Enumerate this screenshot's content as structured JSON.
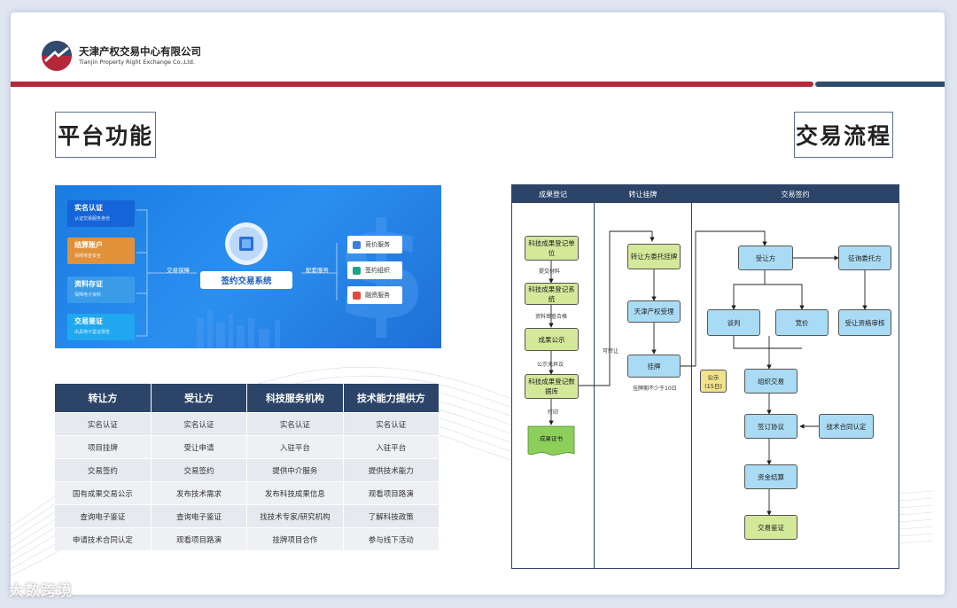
{
  "company": {
    "name_cn": "天津产权交易中心有限公司",
    "name_en": "Tianjin Property Right Exchange Co.,Ltd."
  },
  "sections": {
    "left_title": "平台功能",
    "right_title": "交易流程"
  },
  "banner": {
    "tags": [
      {
        "title": "实名认证",
        "sub": "认证交易服务身份",
        "color": "#1565d8"
      },
      {
        "title": "结算账户",
        "sub": "保障资金安全",
        "color": "#e0913a"
      },
      {
        "title": "资料存证",
        "sub": "保障电子资料",
        "color": "#3a9be8"
      },
      {
        "title": "交易鉴证",
        "sub": "出具电子鉴证报告",
        "color": "#1fa8f0"
      }
    ],
    "left_link": "交易保障",
    "center_title": "签约交易系统",
    "right_link": "配套服务",
    "services": [
      "竞价服务",
      "签约组织",
      "融资服务"
    ]
  },
  "roles_table": {
    "headers": [
      "转让方",
      "受让方",
      "科技服务机构",
      "技术能力提供方"
    ],
    "rows": [
      [
        "实名认证",
        "实名认证",
        "实名认证",
        "实名认证"
      ],
      [
        "项目挂牌",
        "受让申请",
        "入驻平台",
        "入驻平台"
      ],
      [
        "交易签约",
        "交易签约",
        "提供中介服务",
        "提供技术能力"
      ],
      [
        "国有成果交易公示",
        "发布技术需求",
        "发布科技成果信息",
        "观看项目路演"
      ],
      [
        "查询电子鉴证",
        "查询电子鉴证",
        "找技术专家/研究机构",
        "了解科技政策"
      ],
      [
        "申请技术合同认定",
        "观看项目路演",
        "挂牌项目合作",
        "参与线下活动"
      ]
    ]
  },
  "flow": {
    "lanes": [
      "成果登记",
      "转让挂牌",
      "交易签约"
    ],
    "nodes": {
      "n1": "科技成果登记单位",
      "n2": "科技成果登记系统",
      "n3": "成果公示",
      "n4": "科技成果登记数据库",
      "n5": "成果证书",
      "n6": "转让方委托挂牌",
      "n7": "天津产权受理",
      "n8": "挂牌",
      "n9": "受让方",
      "n10": "征询委托方",
      "n11": "谈判",
      "n12": "竞价",
      "n13": "受让资格审核",
      "n14": "组织交易",
      "n15": "签订协议",
      "n16": "技术合同认定",
      "n17": "资金结算",
      "n18": "交易鉴证",
      "n19a": "公示",
      "n19b": "(15日)"
    },
    "labels": {
      "submit": "提交材料",
      "review": "资料审查合格",
      "no_objection": "公示无异议",
      "print": "打印",
      "transferable": "可转让",
      "listing_period": "挂牌期不少于10日"
    }
  },
  "watermark": "大数跨境",
  "colors": {
    "primary_navy": "#2c4468",
    "brand_red": "#b5283a",
    "node_green": "#d4e89a",
    "node_blue": "#a9dbf4",
    "node_yellow": "#f2e38a"
  }
}
